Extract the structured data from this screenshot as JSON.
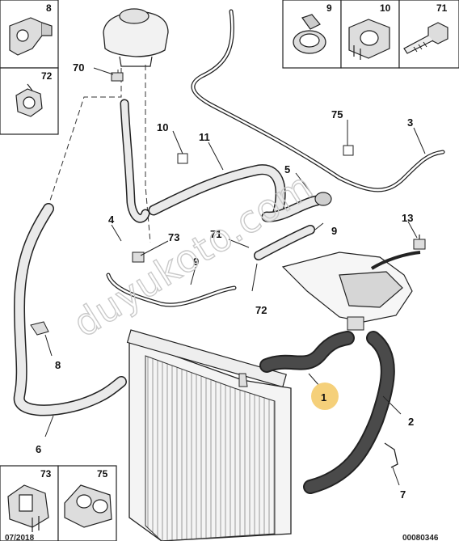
{
  "callouts": {
    "c1": "1",
    "c2": "2",
    "c3": "3",
    "c4": "4",
    "c5": "5",
    "c6": "6",
    "c7": "7",
    "c8": "8",
    "c9a": "9",
    "c9b": "9",
    "c10": "10",
    "c11": "11",
    "c13": "13",
    "c70": "70",
    "c71": "71",
    "c72": "72",
    "c73": "73",
    "c75": "75"
  },
  "part_boxes": {
    "box8": "8",
    "box72": "72",
    "box9": "9",
    "box10": "10",
    "box71": "71",
    "box73": "73",
    "box75": "75"
  },
  "highlight_color": "#f5d07a",
  "footer": {
    "left": "07/2018",
    "right": "00080346"
  },
  "watermark": "duyukoto.com"
}
